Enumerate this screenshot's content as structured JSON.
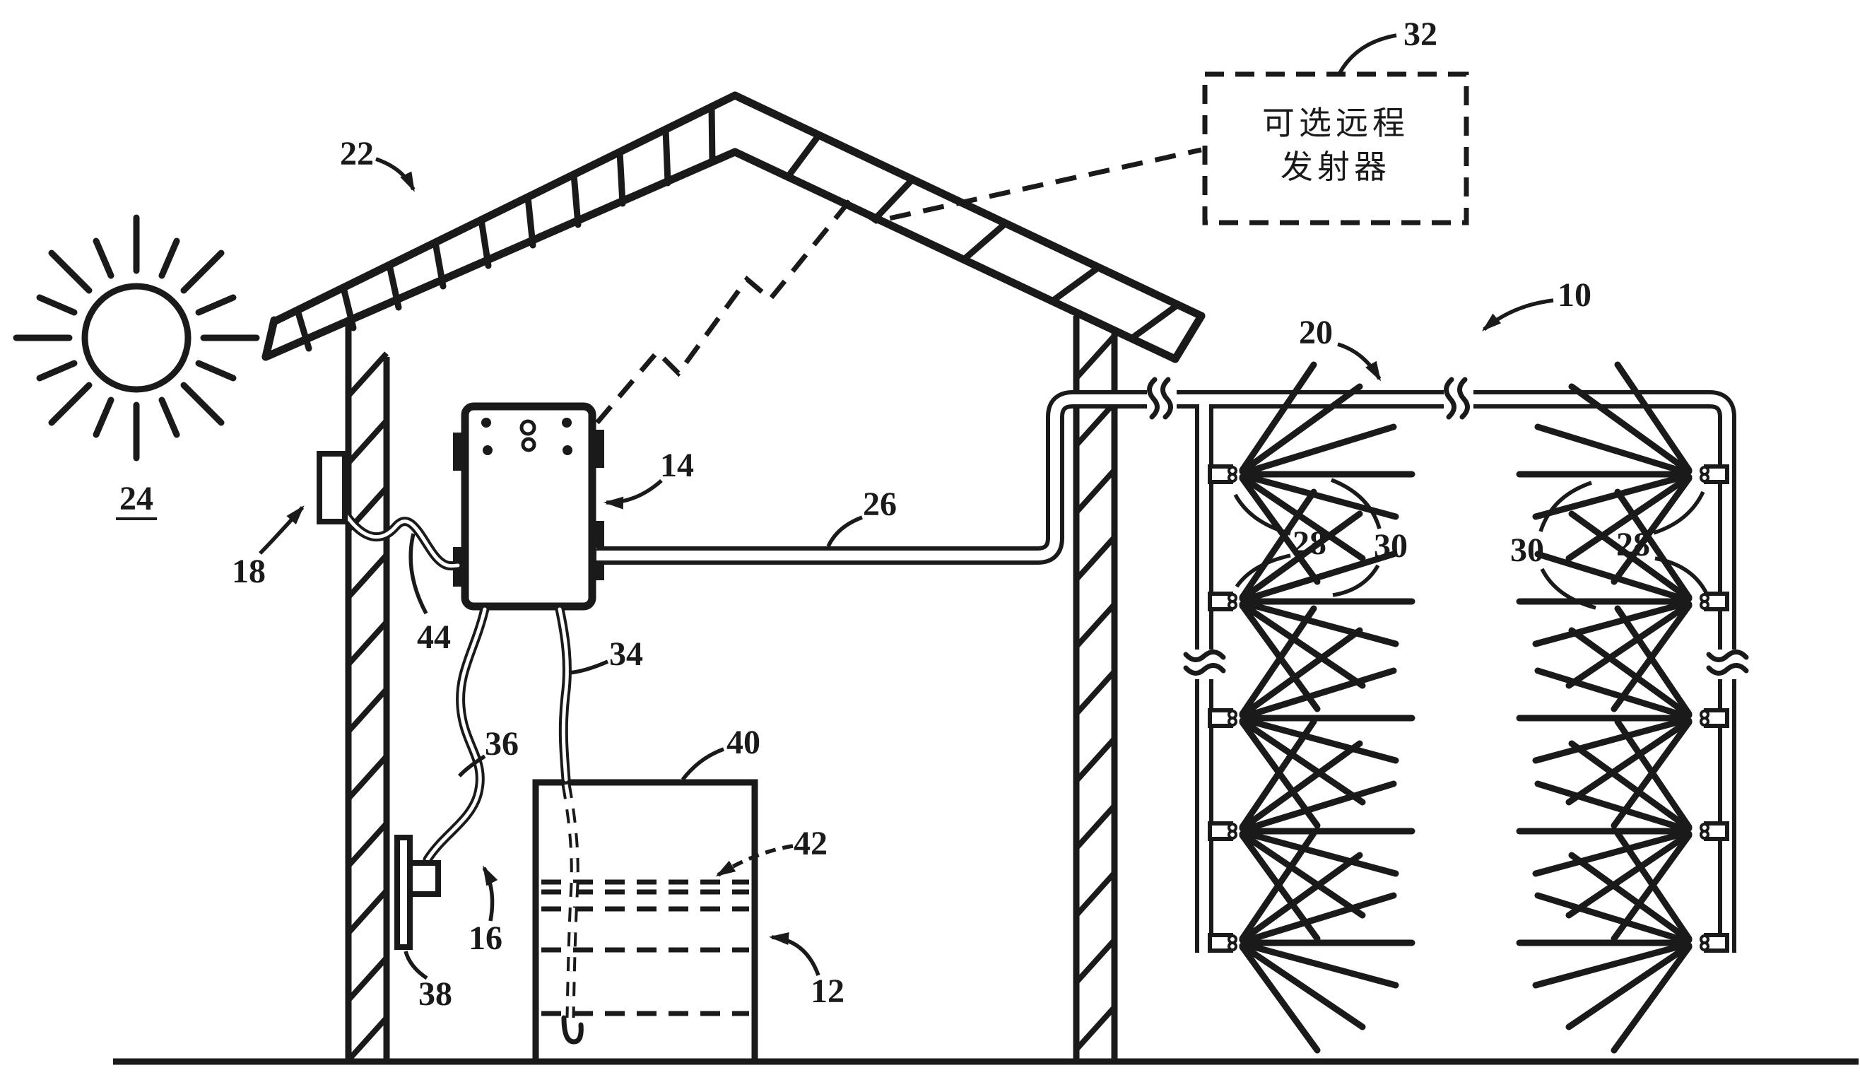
{
  "colors": {
    "ink": "#1a1a1a",
    "background": "#ffffff"
  },
  "transmitter_box": {
    "line1": "可选远程",
    "line2": "发射器"
  },
  "labels": {
    "r10": "10",
    "r12": "12",
    "r14": "14",
    "r16": "16",
    "r18": "18",
    "r20": "20",
    "r22": "22",
    "r24": "24",
    "r26": "26",
    "r28": "28",
    "r30": "30",
    "r32": "32",
    "r34": "34",
    "r36": "36",
    "r38": "38",
    "r40": "40",
    "r42": "42",
    "r44": "44"
  }
}
